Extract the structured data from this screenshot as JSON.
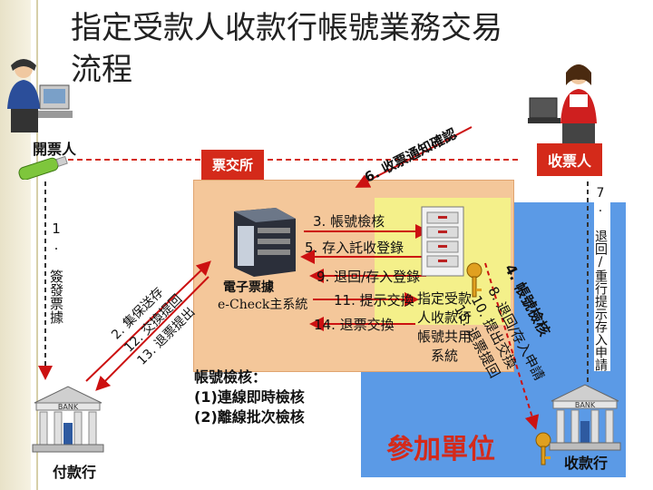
{
  "title": {
    "line1": "指定受款人收款行帳號業務交易",
    "line2": "流程"
  },
  "actors": {
    "issuer": "開票人",
    "clearing_house": "票交所",
    "payee": "收票人",
    "paying_bank": "付款行",
    "collecting_bank": "收款行"
  },
  "steps": {
    "s1": "1. 簽發票據",
    "s2_12_13": [
      "2. 集保送存",
      "12. 交換提回",
      "13. 退票提出"
    ],
    "s3": "3. 帳號檢核",
    "s4": "4. 帳號檢核",
    "s5": "5. 存入託收登錄",
    "s6": "6. 收票通知確認",
    "s7": "7. 退回/重行提示存入申請",
    "s8_10_15": [
      "8. 退回/存入申請",
      "10. 提出交換",
      "15. 退票提回"
    ],
    "s9": "9. 退回/存入登錄",
    "s11": "11. 提示交換",
    "s14": "14. 退票交換"
  },
  "system": {
    "line1": "電子票據",
    "line2": "e-Check主系統"
  },
  "shared_system": {
    "lines": [
      "指定受款",
      "人收款行",
      "帳號共用",
      "系統"
    ]
  },
  "check_note": {
    "lines": [
      "帳號檢核：",
      "(1)連線即時檢核",
      "(2)離線批次檢核"
    ]
  },
  "participant_label": "參加單位",
  "colors": {
    "blue_zone": "#5b9ae6",
    "yellow_zone": "#f4f08a",
    "orange_zone": "#f4c79a",
    "accent_red": "#d42a1a",
    "arrow_red": "#cc1111"
  },
  "icons": [
    "person-icon",
    "usb-key-icon",
    "server-icon",
    "cabinet-icon",
    "key-icon",
    "bank-icon"
  ]
}
